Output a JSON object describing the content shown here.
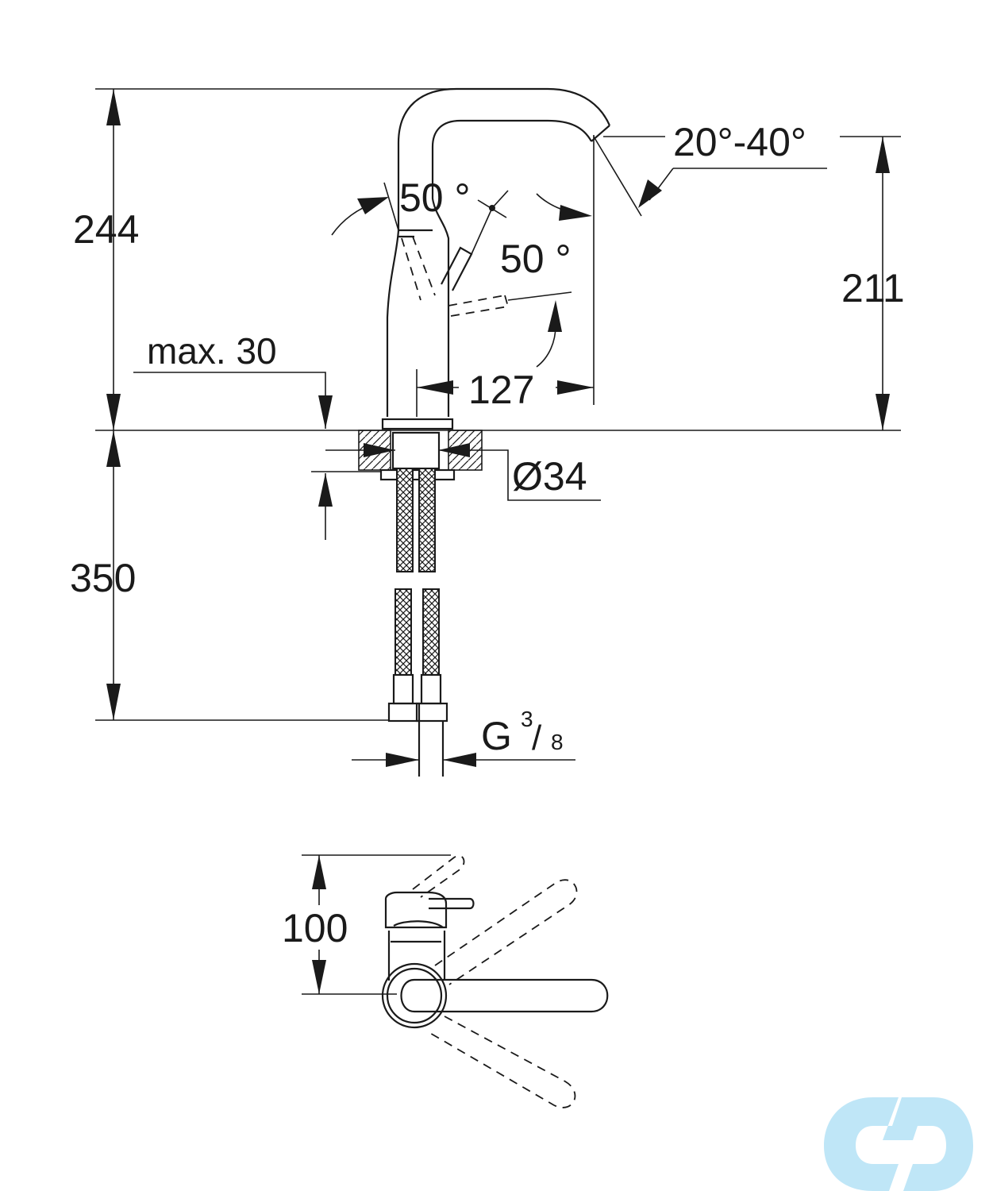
{
  "dimensions": {
    "overall_height": "244",
    "spout_height": "211",
    "spout_reach": "127",
    "max_deck_thickness": "max. 30",
    "mounting_hole": "Ø34",
    "hose_length": "350",
    "connection_thread_main": "G",
    "connection_thread_num": "3",
    "connection_thread_den": "8",
    "handle_offset": "100"
  },
  "angles": {
    "handle_back": "50 °",
    "handle_side": "50 °",
    "spout_swivel": "20°-40°"
  },
  "watermark": {
    "text": "cd",
    "color": "#bfe6f7"
  }
}
